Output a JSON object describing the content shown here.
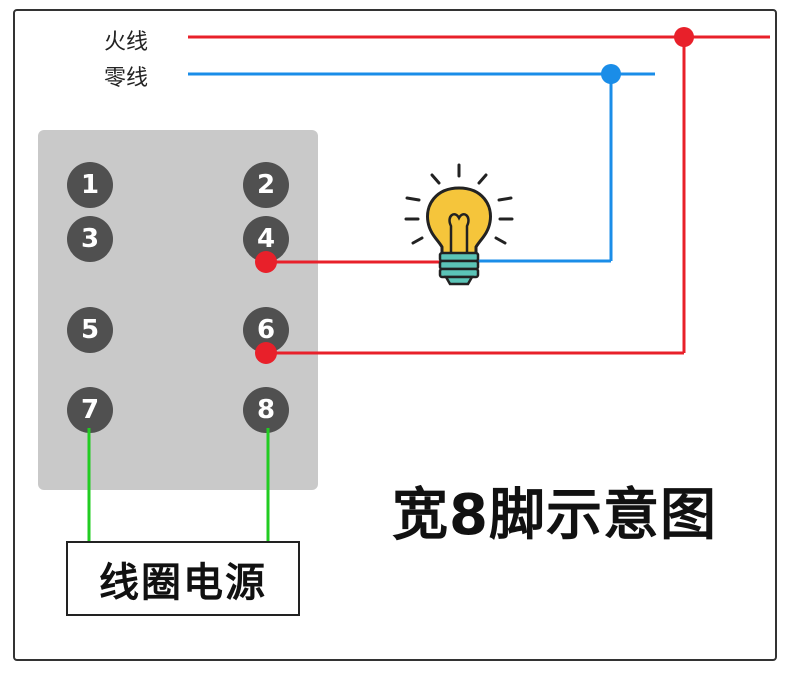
{
  "wires": {
    "live_label": "火线",
    "neutral_label": "零线",
    "live_color": "#e8202a",
    "neutral_color": "#1a8de8",
    "coil_wire_color": "#22cc22"
  },
  "pins": [
    "1",
    "2",
    "3",
    "4",
    "5",
    "6",
    "7",
    "8"
  ],
  "coil_label": "线圈电源",
  "title": "宽8脚示意图",
  "bulb_icon": "light-bulb-icon"
}
